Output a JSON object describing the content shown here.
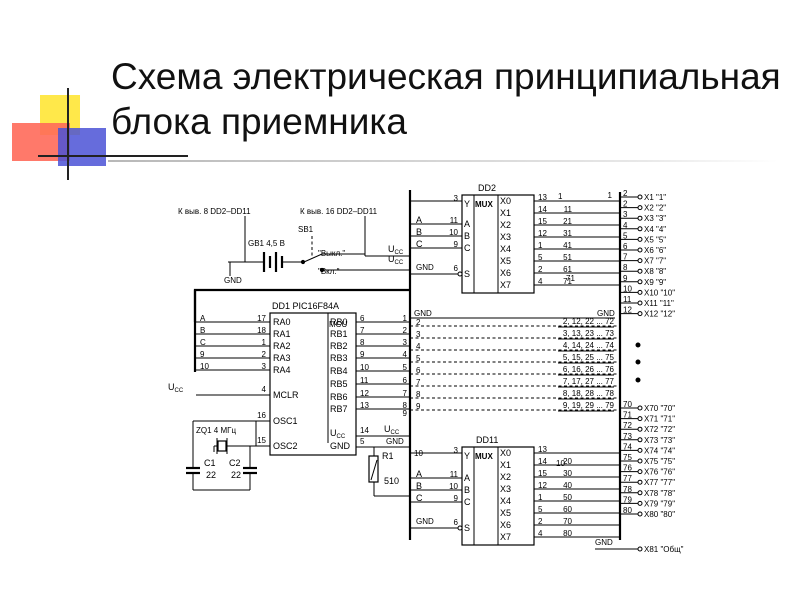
{
  "title": {
    "line1": "Схема электрическая принципиальная",
    "line2": "блока приемника"
  },
  "schematic": {
    "top_left": {
      "ref_a": "К выв. 8 DD2–DD11",
      "ref_b": "К выв. 16 DD2–DD11",
      "battery": "GB1 4,5 В",
      "switch": "SB1",
      "off": "\"Выкл.\"",
      "on": "\"Вкл.\"",
      "gnd": "GND",
      "ucc": "UCC"
    },
    "mcu": {
      "name": "DD1 PIC16F84A",
      "core": "MCU",
      "left_pins": [
        {
          "label": "RA0",
          "num": "17",
          "sig": "A"
        },
        {
          "label": "RA1",
          "num": "18",
          "sig": "B"
        },
        {
          "label": "RA2",
          "num": "1",
          "sig": "C"
        },
        {
          "label": "RA3",
          "num": "2",
          "sig": "9"
        },
        {
          "label": "RA4",
          "num": "3",
          "sig": "10"
        }
      ],
      "mclr": {
        "label": "MCLR",
        "num": "4"
      },
      "osc1": {
        "label": "OSC1",
        "num": "16"
      },
      "osc2": {
        "label": "OSC2",
        "num": "15"
      },
      "right_pins": [
        {
          "label": "RB0",
          "num": "6",
          "ext": "1"
        },
        {
          "label": "RB1",
          "num": "7",
          "ext": "2"
        },
        {
          "label": "RB2",
          "num": "8",
          "ext": "3"
        },
        {
          "label": "RB3",
          "num": "9",
          "ext": "4"
        },
        {
          "label": "RB4",
          "num": "10",
          "ext": "5"
        },
        {
          "label": "RB5",
          "num": "11",
          "ext": "6"
        },
        {
          "label": "RB6",
          "num": "12",
          "ext": "7"
        },
        {
          "label": "RB7",
          "num": "13",
          "ext": "8"
        }
      ],
      "ucc": {
        "label": "UCC",
        "num": "14"
      },
      "gnd": {
        "label": "GND",
        "num": "5"
      },
      "ucc_left": "UCC",
      "ext_last": "9"
    },
    "crystal": "ZQ1 4 МГц",
    "c1": {
      "name": "C1",
      "value": "22"
    },
    "c2": {
      "name": "C2",
      "value": "22"
    },
    "r1": {
      "name": "R1",
      "value": "510"
    },
    "gnd_labels": {
      "bus_left": "GND",
      "bus_right": "GND",
      "bottom": "GND",
      "r1_gnd": "GND"
    },
    "dd2": {
      "name": "DD2",
      "header": "MUX",
      "y_pin": {
        "num": "3",
        "label": "Y"
      },
      "inputs": [
        {
          "label": "A",
          "num": "11"
        },
        {
          "label": "B",
          "num": "10"
        },
        {
          "label": "C",
          "num": "9"
        }
      ],
      "s_pin": {
        "label": "S",
        "num": "6"
      },
      "gnd": "GND",
      "ucc": "UCC",
      "outs": [
        {
          "label": "X0",
          "pin": "13",
          "to": ""
        },
        {
          "label": "X1",
          "pin": "14",
          "to": "11"
        },
        {
          "label": "X2",
          "pin": "15",
          "to": "21"
        },
        {
          "label": "X3",
          "pin": "12",
          "to": "31"
        },
        {
          "label": "X4",
          "pin": "1",
          "to": "41"
        },
        {
          "label": "X5",
          "pin": "5",
          "to": "51"
        },
        {
          "label": "X6",
          "pin": "2",
          "to": "61"
        },
        {
          "label": "X7",
          "pin": "4",
          "to": "71"
        }
      ],
      "x0_to": "1"
    },
    "dd11": {
      "name": "DD11",
      "header": "MUX",
      "y_pin": {
        "num": "3",
        "label": "Y"
      },
      "top_left_pin": "10",
      "inputs": [
        {
          "label": "A",
          "num": "11"
        },
        {
          "label": "B",
          "num": "10"
        },
        {
          "label": "C",
          "num": "9"
        }
      ],
      "s_pin": {
        "label": "S",
        "num": "6"
      },
      "gnd": "GND",
      "outs": [
        {
          "label": "X0",
          "pin": "13",
          "to": ""
        },
        {
          "label": "X1",
          "pin": "14",
          "to": "20"
        },
        {
          "label": "X2",
          "pin": "15",
          "to": "30"
        },
        {
          "label": "X3",
          "pin": "12",
          "to": "40"
        },
        {
          "label": "X4",
          "pin": "1",
          "to": "50"
        },
        {
          "label": "X5",
          "pin": "5",
          "to": "60"
        },
        {
          "label": "X6",
          "pin": "2",
          "to": "70"
        },
        {
          "label": "X7",
          "pin": "4",
          "to": "80"
        }
      ],
      "x0_to": "10"
    },
    "bus_lines": [
      {
        "num": "2",
        "label": "2, 12, 22 ... 72"
      },
      {
        "num": "3",
        "label": "3, 13, 23 ... 73"
      },
      {
        "num": "4",
        "label": "4, 14, 24 ... 74"
      },
      {
        "num": "5",
        "label": "5, 15, 25 ... 75"
      },
      {
        "num": "6",
        "label": "6, 16, 26 ... 76"
      },
      {
        "num": "7",
        "label": "7, 17, 27 ... 77"
      },
      {
        "num": "8",
        "label": "8, 18, 28 ... 78"
      },
      {
        "num": "9",
        "label": "9, 19, 29 ... 79"
      }
    ],
    "connectors_top": [
      {
        "n": "2",
        "label": "X1 \"1\""
      },
      {
        "n": "2",
        "label": "X2 \"2\""
      },
      {
        "n": "3",
        "label": "X3 \"3\""
      },
      {
        "n": "4",
        "label": "X4 \"4\""
      },
      {
        "n": "5",
        "label": "X5 \"5\""
      },
      {
        "n": "6",
        "label": "X6 \"6\""
      },
      {
        "n": "7",
        "label": "X7 \"7\""
      },
      {
        "n": "8",
        "label": "X8 \"8\""
      },
      {
        "n": "9",
        "label": "X9 \"9\""
      },
      {
        "n": "10",
        "label": "X10 \"10\""
      },
      {
        "n": "11",
        "label": "X11 \"11\""
      },
      {
        "n": "12",
        "label": "X12 \"12\""
      }
    ],
    "conn_first_left": "1",
    "connectors_bottom": [
      {
        "n": "70",
        "label": "X70 \"70\""
      },
      {
        "n": "71",
        "label": "X71 \"71\""
      },
      {
        "n": "72",
        "label": "X72 \"72\""
      },
      {
        "n": "73",
        "label": "X73 \"73\""
      },
      {
        "n": "74",
        "label": "X74 \"74\""
      },
      {
        "n": "75",
        "label": "X75 \"75\""
      },
      {
        "n": "76",
        "label": "X76 \"76\""
      },
      {
        "n": "77",
        "label": "X77 \"77\""
      },
      {
        "n": "78",
        "label": "X78 \"78\""
      },
      {
        "n": "79",
        "label": "X79 \"79\""
      },
      {
        "n": "80",
        "label": "X80 \"80\""
      }
    ],
    "common": {
      "gnd": "GND",
      "label": "X81 \"Общ\""
    }
  }
}
